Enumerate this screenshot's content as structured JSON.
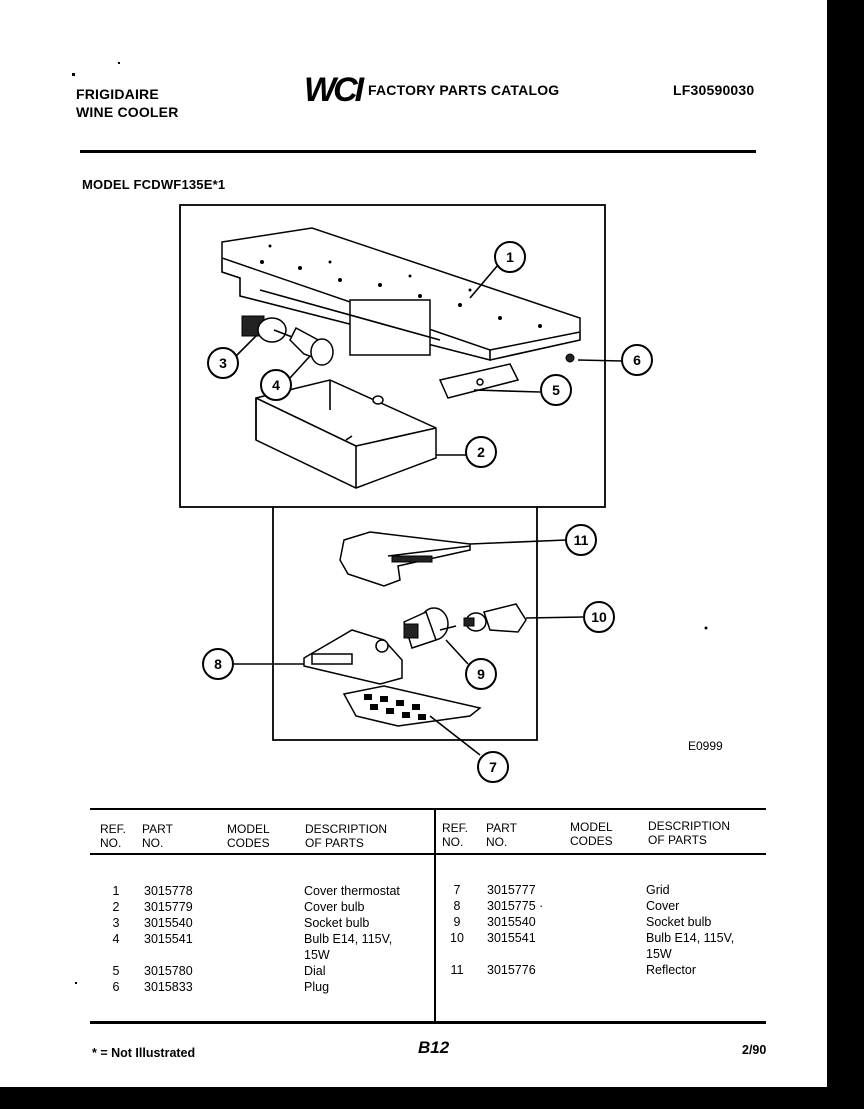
{
  "header": {
    "brand_line1": "FRIGIDAIRE",
    "brand_line2": "WINE COOLER",
    "logo_text": "WCI",
    "catalog_title": "FACTORY PARTS CATALOG",
    "catalog_number": "LF30590030"
  },
  "model_label": "MODEL FCDWF135E*1",
  "diagram": {
    "code": "E0999",
    "callouts": [
      "1",
      "2",
      "3",
      "4",
      "5",
      "6",
      "7",
      "8",
      "9",
      "10",
      "11"
    ]
  },
  "table": {
    "headers": {
      "ref_no": [
        "REF.",
        "NO."
      ],
      "part_no": [
        "PART",
        "NO."
      ],
      "model_codes": [
        "MODEL",
        "CODES"
      ],
      "description": [
        "DESCRIPTION",
        "OF PARTS"
      ]
    },
    "left_rows": [
      {
        "ref": "1",
        "part": "3015778",
        "desc": "Cover thermostat"
      },
      {
        "ref": "2",
        "part": "3015779",
        "desc": "Cover bulb"
      },
      {
        "ref": "3",
        "part": "3015540",
        "desc": "Socket bulb"
      },
      {
        "ref": "4",
        "part": "3015541",
        "desc": "Bulb E14, 115V,"
      },
      {
        "ref": "",
        "part": "",
        "desc": "15W"
      },
      {
        "ref": "5",
        "part": "3015780",
        "desc": "Dial"
      },
      {
        "ref": "6",
        "part": "3015833",
        "desc": "Plug"
      }
    ],
    "right_rows": [
      {
        "ref": "7",
        "part": "3015777",
        "desc": "Grid"
      },
      {
        "ref": "8",
        "part": "3015775 ·",
        "desc": "Cover"
      },
      {
        "ref": "9",
        "part": "3015540",
        "desc": "Socket bulb"
      },
      {
        "ref": "10",
        "part": "3015541",
        "desc": "Bulb E14, 115V,"
      },
      {
        "ref": "",
        "part": "",
        "desc": "15W"
      },
      {
        "ref": "11",
        "part": "3015776",
        "desc": "Reflector"
      }
    ]
  },
  "footer": {
    "note": "* = Not Illustrated",
    "page": "B12",
    "date": "2/90"
  }
}
